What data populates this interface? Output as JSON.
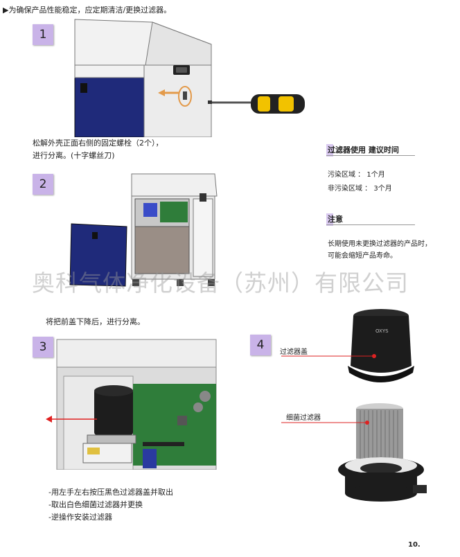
{
  "intro": "为确保产品性能稳定，应定期清洁/更换过滤器。",
  "steps": [
    {
      "number": "1",
      "lines": [
        "松解外壳正面右侧的固定螺栓（2个），",
        "进行分离。(十字螺丝刀)"
      ]
    },
    {
      "number": "2",
      "lines": [
        "将把前盖下降后，进行分离。"
      ]
    },
    {
      "number": "3",
      "lines": [
        "-用左手左右按压黑色过滤器盖并取出",
        "-取出白色细菌过滤器并更换",
        "-逆操作安装过滤器"
      ]
    },
    {
      "number": "4",
      "labels": {
        "cap": "过滤器盖",
        "filter": "细菌过滤器"
      }
    }
  ],
  "sidebar": {
    "usage": {
      "title": "过滤器使用 建议时间",
      "rows": [
        "污染区域 ： 1个月",
        "非污染区域 ： 3个月"
      ]
    },
    "note": {
      "title": "注意",
      "lines": [
        "长期使用未更换过滤器的产品时，",
        "可能会缩短产品寿命。"
      ]
    }
  },
  "watermark": "奥科气体净化设备（苏州）有限公司",
  "cap_brand": "OXYS",
  "page_number": "10.",
  "colors": {
    "badge": "#c9b3e8",
    "navy": "#1f2a7a",
    "pcb": "#2f7d3a",
    "arrow": "#e02020",
    "callout": "#e39a4a"
  }
}
